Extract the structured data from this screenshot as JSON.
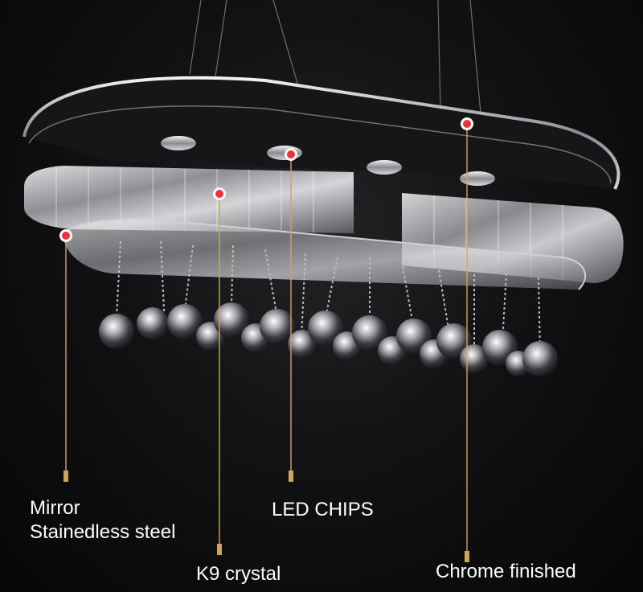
{
  "image": {
    "alt": "Oval crystal chandelier with chrome frame on a dark background"
  },
  "callouts": {
    "mirror_line1": "Mirror",
    "mirror_line2": "Stainedless steel",
    "led": "LED CHIPS",
    "k9": "K9 crystal",
    "chrome": "Chrome finished"
  },
  "colors": {
    "background": "#0b0b0d",
    "dot": "#e8343a",
    "leader": "#c9a85c",
    "label": "#ffffff"
  }
}
